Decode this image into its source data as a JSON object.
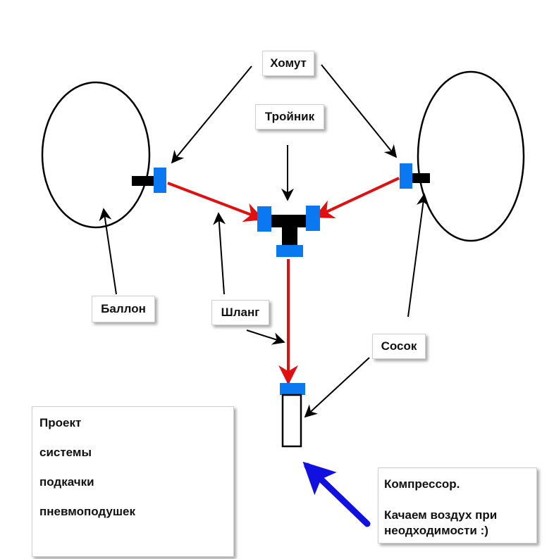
{
  "labels": {
    "khomut": "Хомут",
    "troynik": "Тройник",
    "ballon": "Баллон",
    "shlang": "Шланг",
    "sosok": "Сосок"
  },
  "project_note": {
    "line1": "Проект",
    "line2": "системы",
    "line3": "подкачки",
    "line4": "пневмоподушек"
  },
  "compressor_note": {
    "line1": "Компрессор.",
    "line2": "Качаем воздух при",
    "line3": "неодходимости :)"
  },
  "colors": {
    "hose": "#e01010",
    "clamp": "#0a78f0",
    "fitting": "#000000",
    "big_arrow": "#1010e0",
    "outline": "#000000"
  }
}
